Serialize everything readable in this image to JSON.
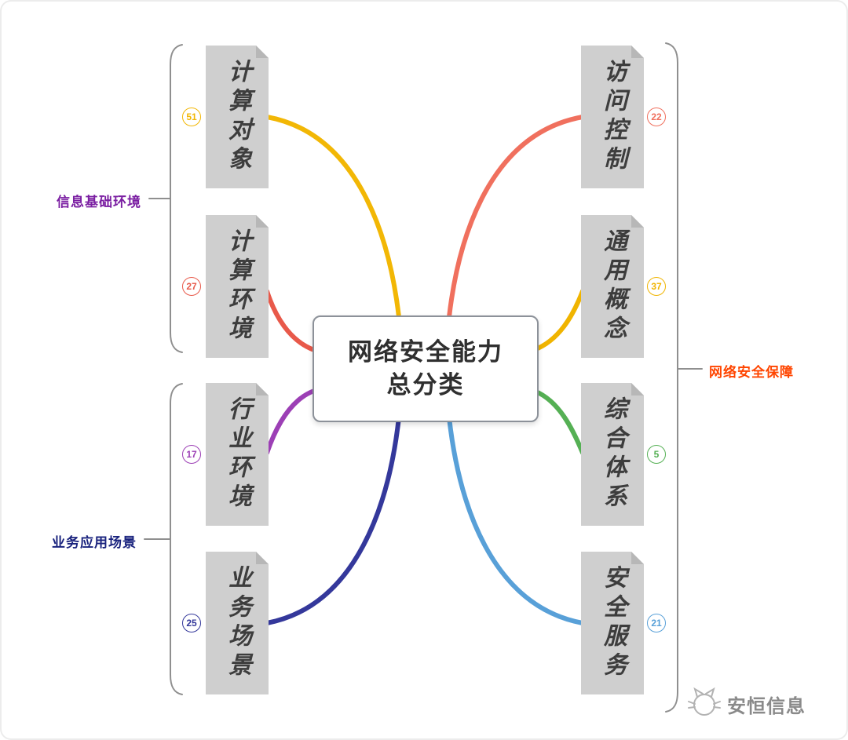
{
  "center": {
    "lines": [
      "网络安全能力",
      "总分类"
    ]
  },
  "groups": [
    {
      "label": "信息基础环境",
      "color": "#7B1FA2"
    },
    {
      "label": "业务应用场景",
      "color": "#1A237E"
    },
    {
      "label": "网络安全保障",
      "color": "#FF4500"
    }
  ],
  "nodes": [
    {
      "label": "计算对象",
      "count": "51",
      "color": "#F2B705"
    },
    {
      "label": "计算环境",
      "count": "27",
      "color": "#E8594A"
    },
    {
      "label": "行业环境",
      "count": "17",
      "color": "#9C3FB5"
    },
    {
      "label": "业务场景",
      "count": "25",
      "color": "#34389B"
    },
    {
      "label": "访问控制",
      "count": "22",
      "color": "#F0705E"
    },
    {
      "label": "通用概念",
      "count": "37",
      "color": "#F0B400"
    },
    {
      "label": "综合体系",
      "count": "5",
      "color": "#55B054"
    },
    {
      "label": "安全服务",
      "count": "21",
      "color": "#58A0D8"
    }
  ],
  "theme": {
    "node_fill": "#cfcfcf"
  },
  "watermark": {
    "brand": "安恒信息"
  }
}
